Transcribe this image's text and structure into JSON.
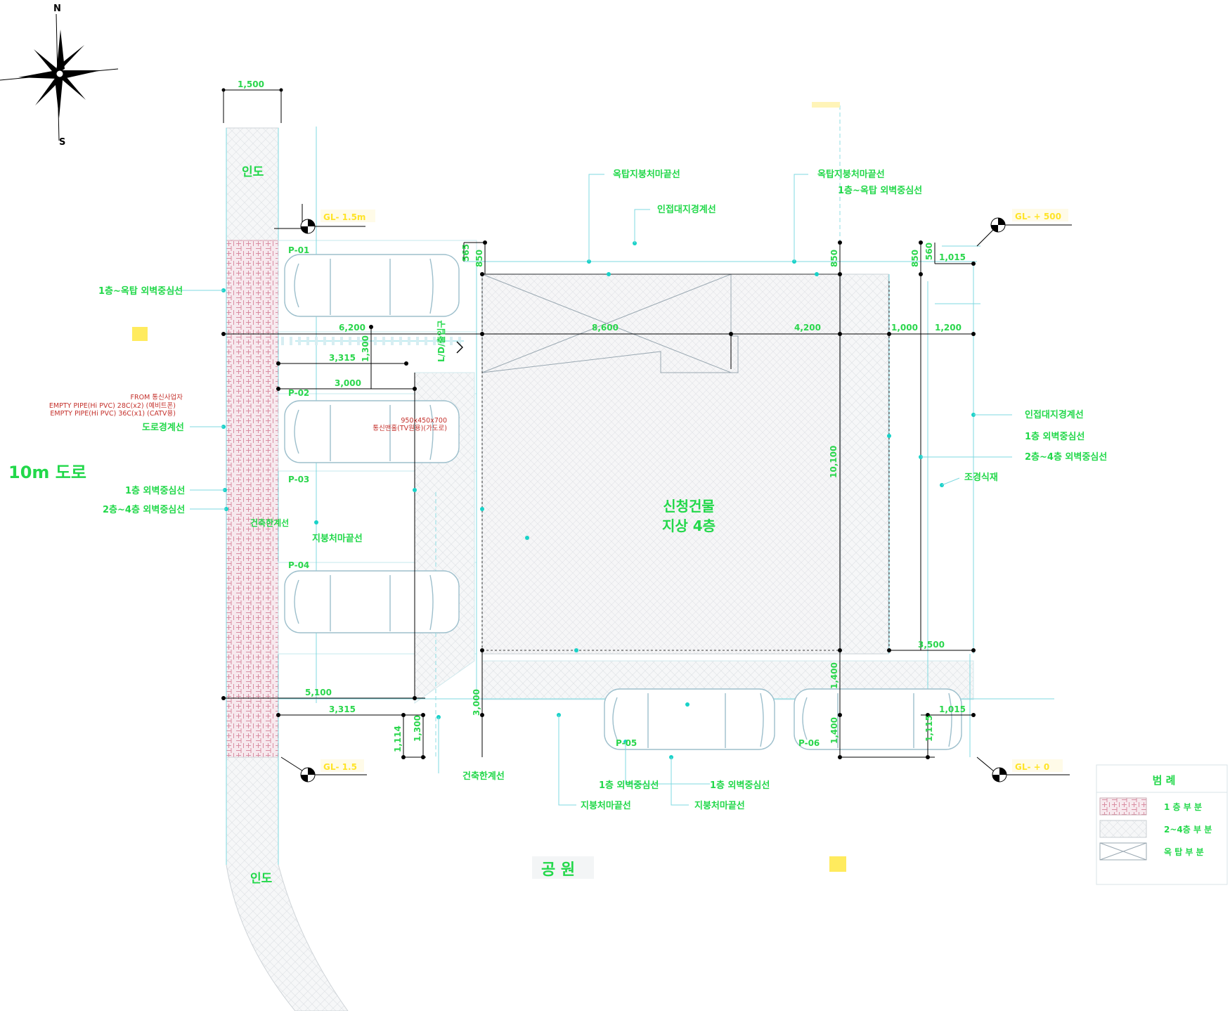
{
  "compass": {
    "north": "N",
    "south": "S"
  },
  "sidewalk": {
    "top": "인도",
    "bottom": "인도",
    "width_dim": "1,500"
  },
  "road": "10m 도로",
  "park": "공 원",
  "building": {
    "line1": "신청건물",
    "line2": "지상 4층"
  },
  "levels": {
    "tl": "GL- 1.5m",
    "tr": "GL- + 500",
    "bl": "GL- 1.5",
    "br": "GL- + 0"
  },
  "labels": {
    "rooftop_eave_1": "옥탑지붕처마끝선",
    "rooftop_eave_2": "옥탑지붕처마끝선",
    "adjacent_boundary_top": "인접대지경계선",
    "wall_1f_roof_top": "1층~옥탑 외벽중심선",
    "wall_1f_roof_left": "1층~옥탑 외벽중심선",
    "adjacent_boundary_right": "인접대지경계선",
    "wall_1f_right": "1층 외벽중심선",
    "wall_2f4f_right": "2층~4층 외벽중심선",
    "landscape": "조경식재",
    "road_boundary": "도로경계선",
    "wall_1f_left": "1층 외벽중심선",
    "wall_2f4f_left": "2층~4층 외벽중심선",
    "building_line_left": "건축한계선",
    "roof_eave_left": "지붕처마끝선",
    "building_line_bottom": "건축한계선",
    "wall_1f_bottom_a": "1층 외벽중심선",
    "wall_1f_bottom_b": "1층 외벽중심선",
    "roof_eave_bottom_a": "지붕처마끝선",
    "roof_eave_bottom_b": "지붕처마끝선",
    "entrance": "L/D/출입구"
  },
  "notes": {
    "comm_line1": "FROM 통신사업자",
    "comm_line2": "EMPTY PIPE(Hi PVC) 28C(x2) (예비트폰)",
    "comm_line3": "EMPTY PIPE(Hi PVC) 36C(x1) (CATV용)",
    "manhole_line1": "950x450x700",
    "manhole_line2": "통신맨홀(TV원용)(가도로)"
  },
  "parking": [
    "P-01",
    "P-02",
    "P-03",
    "P-04",
    "P-05",
    "P-06"
  ],
  "dims": {
    "d565": "565",
    "d850a": "850",
    "d850b": "850",
    "d850c": "850",
    "d560": "560",
    "d1015a": "1,015",
    "d6200": "6,200",
    "d8600": "8,600",
    "d4200": "4,200",
    "d1000": "1,000",
    "d1200": "1,200",
    "d3315a": "3,315",
    "d1300": "1,300",
    "d3000": "3,000",
    "d10100": "10,100",
    "d3500": "3,500",
    "d5100": "5,100",
    "d3315b": "3,315",
    "d1114": "1,114",
    "d1300b": "1,300",
    "d3000b": "3,000",
    "d1400a": "1,400",
    "d1400b": "1,400",
    "d1015b": "1,015",
    "d1115": "1,115"
  },
  "legend": {
    "title": "범    례",
    "items": [
      "1 층 부 분",
      "2~4층 부 분",
      "옥 탑 부 분"
    ]
  },
  "colors": {
    "label": "#22d84a",
    "line": "#7fd9e0",
    "note": "#c4302b",
    "marker": "#ffe428"
  }
}
